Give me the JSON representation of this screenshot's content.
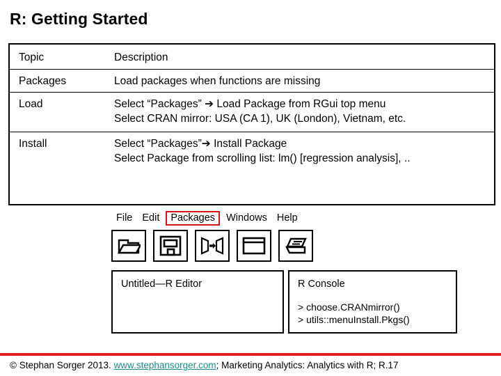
{
  "slide": {
    "title": "R: Getting Started"
  },
  "table": {
    "headers": {
      "topic": "Topic",
      "description": "Description"
    },
    "rows": [
      {
        "topic": "Packages",
        "description": [
          "Load packages when functions are missing"
        ]
      },
      {
        "topic": "Load",
        "description": [
          "Select “Packages” ➔ Load Package from RGui top menu",
          "Select CRAN mirror: USA (CA 1), UK (London), Vietnam, etc."
        ]
      },
      {
        "topic": "Install",
        "description": [
          "Select “Packages”➔ Install Package",
          "Select Package from scrolling list: lm() [regression analysis], .."
        ]
      }
    ]
  },
  "rgui": {
    "menu": [
      {
        "label": "File",
        "highlighted": false
      },
      {
        "label": "Edit",
        "highlighted": false
      },
      {
        "label": "Packages",
        "highlighted": true
      },
      {
        "label": "Windows",
        "highlighted": false
      },
      {
        "label": "Help",
        "highlighted": false
      }
    ],
    "highlight_color": "#d41317",
    "toolbar": [
      {
        "icon": "open-folder-icon"
      },
      {
        "icon": "save-floppy-icon"
      },
      {
        "icon": "copy-paste-icon"
      },
      {
        "icon": "window-icon"
      },
      {
        "icon": "print-icon"
      }
    ],
    "panels": {
      "editor": {
        "title": "Untitled—R Editor"
      },
      "console": {
        "title": "R Console",
        "lines": [
          "> choose.CRANmirror()",
          "> utils::menuInstall.Pkgs()"
        ]
      }
    }
  },
  "footer": {
    "before_link": "© Stephan Sorger 2013. ",
    "link": "www.stephansorger.com",
    "after_link": "; Marketing Analytics: Analytics with R;  R.17",
    "rule_color": "#e01b1b",
    "link_color": "#1f8a8a"
  }
}
